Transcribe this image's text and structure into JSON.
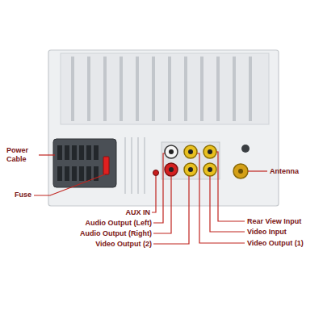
{
  "diagram": {
    "labels": [
      "Power Cable",
      "Fuse",
      "AUX IN",
      "Audio Output (Left)",
      "Audio Output (Right)",
      "Video Output (2)",
      "Antenna",
      "Rear View Input",
      "Video Input",
      "Video Output (1)"
    ]
  }
}
